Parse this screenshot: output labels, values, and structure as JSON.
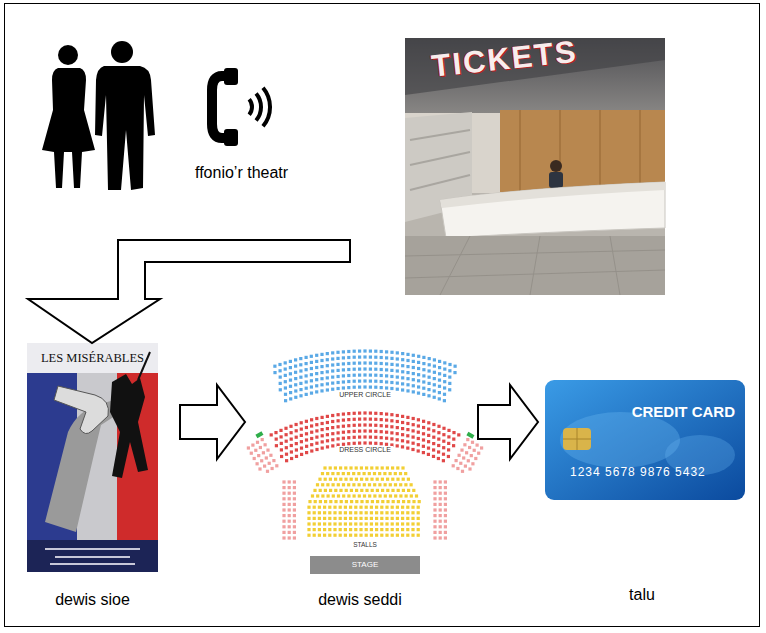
{
  "diagram": {
    "nodes": [
      {
        "text": [
          "ffonio’r theatr"
        ]
      },
      {
        "text": [
          "LES MISÉRABLES",
          "dewis sioe"
        ]
      },
      {
        "text": [
          "UPPER CIRCLE",
          "DRESS CIRCLE",
          "STALLS",
          "STAGE",
          "dewis seddi"
        ]
      },
      {
        "text": [
          "CREDIT CARD",
          "1234 5678 9876 5432",
          "talu"
        ]
      }
    ],
    "edges": [
      {
        "from": 0,
        "to": 1,
        "arrow": "to"
      },
      {
        "from": 1,
        "to": 2,
        "arrow": "to"
      },
      {
        "from": 2,
        "to": 3,
        "arrow": "to"
      }
    ],
    "labels": [
      "TICKETS"
    ]
  }
}
